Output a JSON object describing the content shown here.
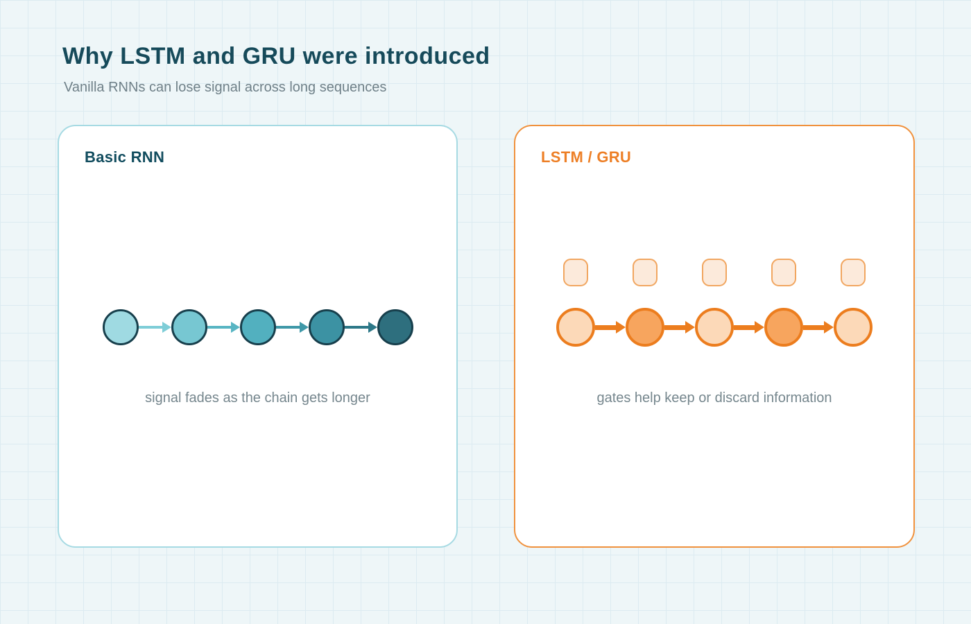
{
  "header": {
    "title": "Why LSTM and GRU were introduced",
    "subtitle": "Vanilla RNNs can lose signal across long sequences"
  },
  "theme": {
    "background": "#eef6f8",
    "grid_line": "#dcebf1",
    "card_bg": "#ffffff",
    "title_color": "#164a5a",
    "subtitle_color": "#6f8088",
    "caption_color": "#75868d"
  },
  "cards": [
    {
      "id": "basic-rnn",
      "heading": "Basic RNN",
      "heading_color": "#114c5e",
      "border_color": "#a6dae3",
      "caption": "signal fades as the chain gets longer",
      "chain": {
        "node_count": 5,
        "node_border": "#173f4c",
        "node_fills": [
          "#9fdae2",
          "#77c7d2",
          "#52b0bf",
          "#3c92a3",
          "#2e6f7e"
        ],
        "arrow_colors": [
          "#7ecdd7",
          "#58b5c3",
          "#3f98a8",
          "#2d7888"
        ]
      }
    },
    {
      "id": "lstm-gru",
      "heading": "LSTM / GRU",
      "heading_color": "#ed7f26",
      "border_color": "#f0913c",
      "caption": "gates help keep or discard information",
      "gates": {
        "count": 5,
        "fill": "#fceadb",
        "border": "#f1a660"
      },
      "chain": {
        "node_count": 5,
        "node_border": "#ec7d1e",
        "node_fills": [
          "#fcd9b8",
          "#f7a55e",
          "#fcd9b8",
          "#f7a55e",
          "#fcd9b8"
        ],
        "arrow_colors": [
          "#ec7d1e",
          "#ec7d1e",
          "#ec7d1e",
          "#ec7d1e"
        ]
      }
    }
  ]
}
